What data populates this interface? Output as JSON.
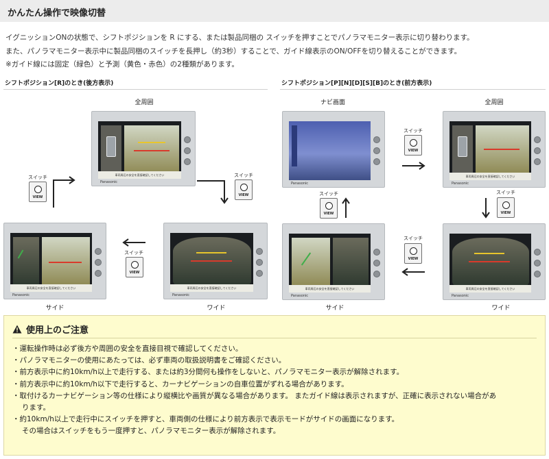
{
  "title": "かんたん操作で映像切替",
  "intro": [
    "イグニッションONの状態で、シフトポジションを R にする、または製品同梱の スイッチを押すことでパノラマモニター表示に切り替わります。",
    "また、パノラマモニター表示中に製品同梱のスイッチを長押し（約3秒）することで、ガイド線表示のON/OFFを切り替えることができます。",
    "※ガイド線には固定（緑色）と予測（黄色・赤色）の2種類があります。"
  ],
  "left_section": {
    "label": "シフトポジション[R]のとき(後方表示)",
    "screens": {
      "top": "全周囲",
      "bottom_right": "ワイド",
      "bottom_left": "サイド"
    }
  },
  "right_section": {
    "label": "シフトポジション[P][N][D][S][B]のとき(前方表示)",
    "screens": {
      "top_left": "ナビ画面",
      "top_right": "全周囲",
      "bottom_right": "ワイド",
      "bottom_left": "サイド"
    }
  },
  "switch": {
    "label": "スイッチ",
    "button_text": "VIEW"
  },
  "screen": {
    "brand": "Panasonic",
    "caution": "車両周辺の安全を直接確認してください"
  },
  "notice": {
    "title": "使用上のご注意",
    "items": [
      "・運転操作時は必ず後方や周囲の安全を直接目視で確認してください。",
      "・パノラマモニターの使用にあたっては、必ず車両の取扱説明書をご確認ください。",
      "・前方表示中に約10km/h以上で走行する、または約3分間何も操作をしないと、パノラマモニター表示が解除されます。",
      "・前方表示中に約10km/h以下で走行すると、カーナビゲーションの自車位置がずれる場合があります。",
      "・取付けるカーナビゲーション等の仕様により縦横比や画質が異なる場合があります。 またガイド線は表示されますが、正確に表示されない場合があ",
      "ります。",
      "・約10km/h以上で走行中にスイッチを押すと、車両側の仕様により前方表示で表示モードがサイドの画面になります。",
      "その場合はスイッチをもう一度押すと、パノラマモニター表示が解除されます。"
    ]
  },
  "colors": {
    "title_bg": "#ececec",
    "notice_bg": "#fefcce",
    "guide_red": "#d93a2b",
    "guide_yellow": "#e8c52c"
  }
}
